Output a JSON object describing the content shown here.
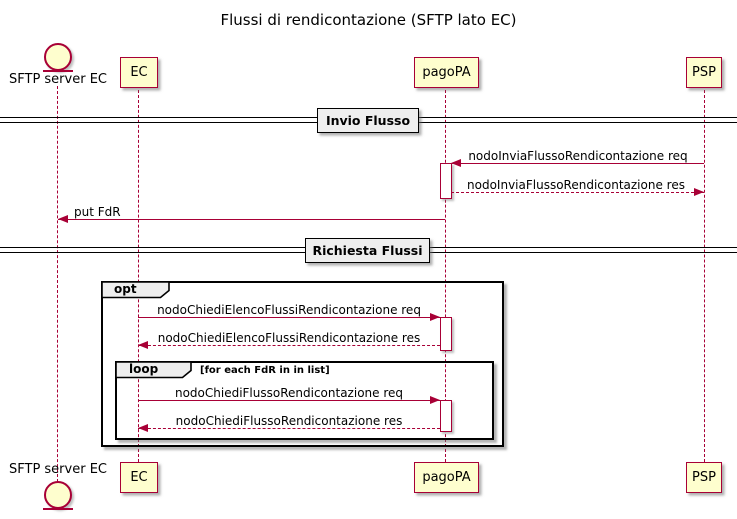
{
  "title": "Flussi di rendicontazione (SFTP lato EC)",
  "colors": {
    "fill": "#FEFECE",
    "stroke": "#A80036",
    "frame": "#000000",
    "head": "#EEEEEE",
    "text": "#000000",
    "bg": "#FFFFFF"
  },
  "participants": {
    "sftp": {
      "label": "SFTP server EC",
      "type": "entity"
    },
    "ec": {
      "label": "EC",
      "type": "box"
    },
    "pagopa": {
      "label": "pagoPA",
      "type": "box"
    },
    "psp": {
      "label": "PSP",
      "type": "box"
    }
  },
  "dividers": {
    "invio": {
      "label": "Invio Flusso"
    },
    "richiesta": {
      "label": "Richiesta Flussi"
    }
  },
  "fragments": {
    "opt": {
      "keyword": "opt",
      "guard": ""
    },
    "loop": {
      "keyword": "loop",
      "guard": "[for each FdR in in list]"
    }
  },
  "messages": {
    "invia_req": {
      "label": "nodoInviaFlussoRendicontazione req",
      "from": "PSP",
      "to": "pagoPA",
      "line": "solid"
    },
    "invia_res": {
      "label": "nodoInviaFlussoRendicontazione res",
      "from": "pagoPA",
      "to": "PSP",
      "line": "dashed"
    },
    "put_fdr": {
      "label": "put FdR",
      "from": "pagoPA",
      "to": "SFTP server EC",
      "line": "solid"
    },
    "elenco_req": {
      "label": "nodoChiediElencoFlussiRendicontazione req",
      "from": "EC",
      "to": "pagoPA",
      "line": "solid"
    },
    "elenco_res": {
      "label": "nodoChiediElencoFlussiRendicontazione res",
      "from": "pagoPA",
      "to": "EC",
      "line": "dashed"
    },
    "flusso_req": {
      "label": "nodoChiediFlussoRendicontazione req",
      "from": "EC",
      "to": "pagoPA",
      "line": "solid"
    },
    "flusso_res": {
      "label": "nodoChiediFlussoRendicontazione res",
      "from": "pagoPA",
      "to": "EC",
      "line": "dashed"
    }
  }
}
